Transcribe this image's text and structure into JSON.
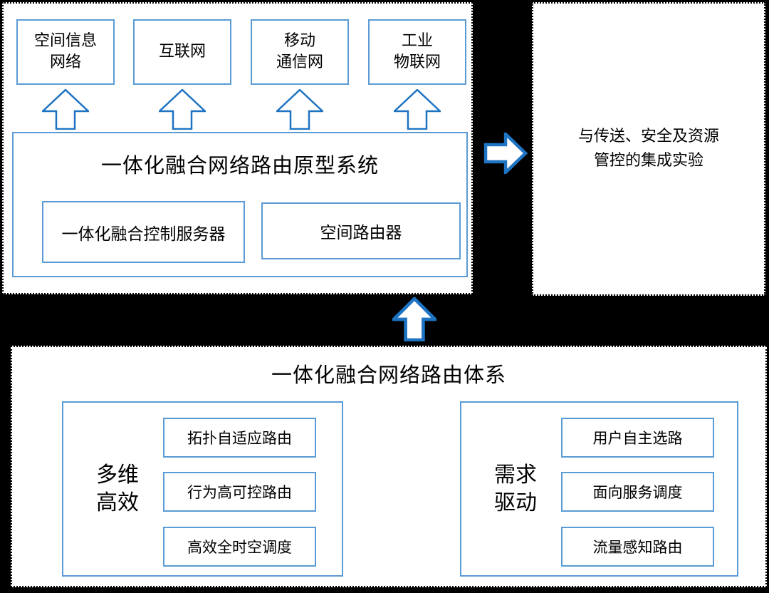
{
  "colors": {
    "background": "#000000",
    "panel_background": "#ffffff",
    "box_border": "#5b9bd5",
    "arrow_stroke": "#1e73c2",
    "text": "#000000"
  },
  "prototype_panel": {
    "networks": [
      {
        "label": "空间信息\n网络"
      },
      {
        "label": "互联网"
      },
      {
        "label": "移动\n通信网"
      },
      {
        "label": "工业\n物联网"
      }
    ],
    "system": {
      "title": "一体化融合网络路由原型系统",
      "components": [
        {
          "label": "一体化融合控制服务器"
        },
        {
          "label": "空间路由器"
        }
      ]
    }
  },
  "integration_panel": {
    "label": "与传送、安全及资源\n管控的集成实验"
  },
  "architecture_panel": {
    "title": "一体化融合网络路由体系",
    "groups": [
      {
        "label": "多维\n高效",
        "items": [
          {
            "label": "拓扑自适应路由"
          },
          {
            "label": "行为高可控路由"
          },
          {
            "label": "高效全时空调度"
          }
        ]
      },
      {
        "label": "需求\n驱动",
        "items": [
          {
            "label": "用户自主选路"
          },
          {
            "label": "面向服务调度"
          },
          {
            "label": "流量感知路由"
          }
        ]
      }
    ]
  },
  "icons": {
    "up_arrow": "up-arrow",
    "right_arrow": "right-arrow"
  }
}
